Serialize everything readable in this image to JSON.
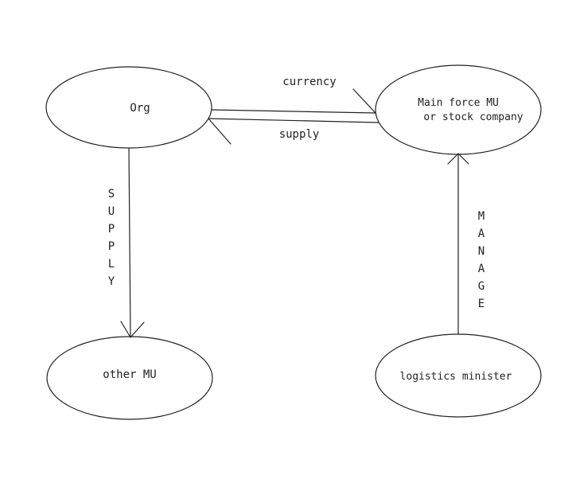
{
  "diagram": {
    "nodes": {
      "org": {
        "label": "Org"
      },
      "main_force": {
        "label_line1": "Main force MU",
        "label_line2": "or stock company"
      },
      "other_mu": {
        "label": "other MU"
      },
      "logistics_minister": {
        "label": "logistics minister"
      }
    },
    "edges": {
      "currency": {
        "label": "currency"
      },
      "supply_horizontal": {
        "label": "supply"
      },
      "supply_vertical": {
        "label": "SUPPLY"
      },
      "manage": {
        "label": "MANAGE"
      }
    }
  }
}
